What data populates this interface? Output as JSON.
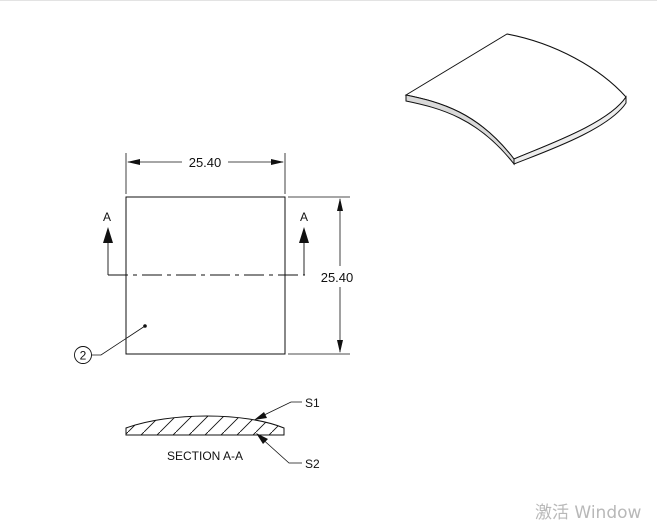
{
  "drawing": {
    "dimensions": {
      "width": "25.40",
      "height": "25.40"
    },
    "section_markers": {
      "left": "A",
      "right": "A"
    },
    "balloon": "2",
    "section": {
      "title": "SECTION A-A",
      "surface_top": "S1",
      "surface_bottom": "S2"
    }
  },
  "watermark": "激活 Window"
}
